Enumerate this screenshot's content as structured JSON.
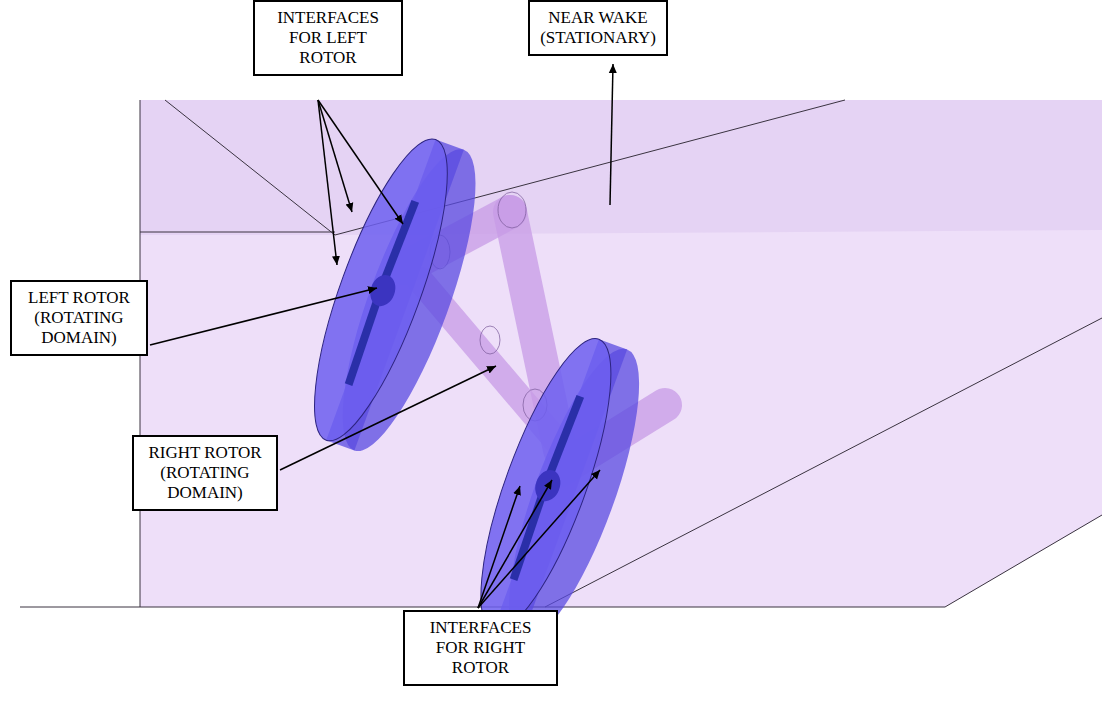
{
  "diagram": {
    "nodes": [
      {
        "text": [
          "INTERFACES FOR LEFT ROTOR"
        ]
      },
      {
        "text": [
          "NEAR WAKE (STATIONARY)"
        ]
      },
      {
        "text": [
          "LEFT ROTOR (ROTATING DOMAIN)"
        ]
      },
      {
        "text": [
          "RIGHT ROTOR (ROTATING DOMAIN)"
        ]
      },
      {
        "text": [
          "INTERFACES FOR RIGHT ROTOR"
        ]
      }
    ]
  }
}
